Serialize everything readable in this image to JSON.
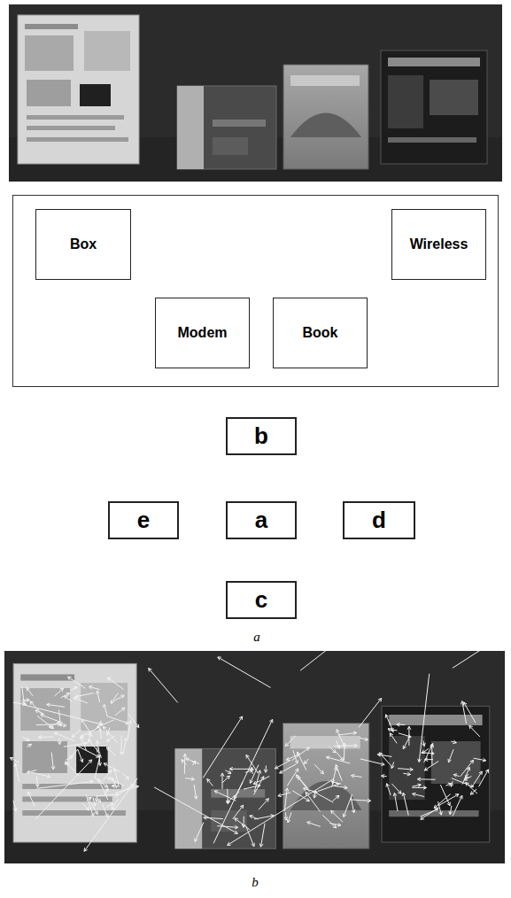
{
  "diagram": {
    "nodes": [
      {
        "text": [
          "Box"
        ]
      },
      {
        "text": [
          "Wireless"
        ]
      },
      {
        "text": [
          "Modem"
        ]
      },
      {
        "text": [
          "Book"
        ]
      },
      {
        "text": [
          "b"
        ]
      },
      {
        "text": [
          "e"
        ]
      },
      {
        "text": [
          "a"
        ]
      },
      {
        "text": [
          "d"
        ]
      },
      {
        "text": [
          "c"
        ]
      }
    ],
    "labels": [
      "a",
      "b"
    ]
  }
}
